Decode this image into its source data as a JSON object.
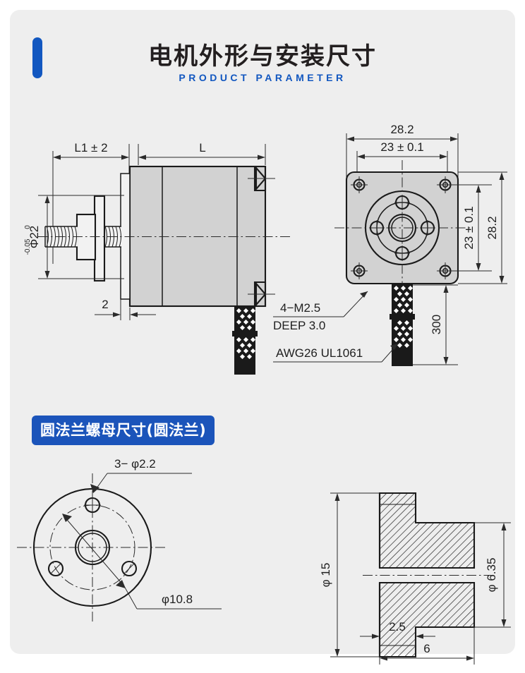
{
  "header": {
    "title_cn": "电机外形与安装尺寸",
    "title_en": "PRODUCT PARAMETER",
    "accent_color": "#1257c0"
  },
  "section2": {
    "badge_label": "圆法兰螺母尺寸(圆法兰)",
    "badge_color": "#1b54ba"
  },
  "colors": {
    "card_bg": "#eeeeee",
    "page_bg": "#ffffff",
    "line": "#1a1a1a",
    "body_fill": "#d2d2d2",
    "text": "#1f1f1f"
  },
  "side_view": {
    "dim_l1": "L1 ± 2",
    "dim_l": "L",
    "dim_shaft_dia": "Φ22",
    "dim_shaft_tol_upper": "0",
    "dim_shaft_tol_lower": "-0.05",
    "dim_shaft_full": "Φ22 0 -0.05",
    "dim_flange_thk": "2"
  },
  "front_view": {
    "dim_width": "28.2",
    "dim_height": "28.2",
    "dim_bolt_h": "23 ± 0.1",
    "dim_bolt_v": "23 ± 0.1",
    "note_thread_1": "4−M2.5",
    "note_thread_2": "DEEP 3.0",
    "note_cable": "AWG26  UL1061",
    "dim_cable_len": "300"
  },
  "flange_front": {
    "note_holes": "3− φ2.2",
    "dim_bolt_circle": "φ10.8"
  },
  "flange_section": {
    "dim_outer_dia": "φ 15",
    "dim_bore_dia": "φ 6.35",
    "dim_flange_thk": "2.5",
    "dim_total_len": "6"
  }
}
